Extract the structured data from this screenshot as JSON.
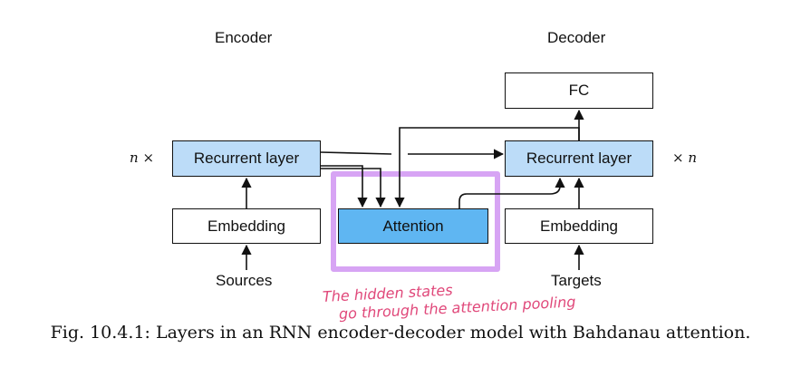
{
  "labels": {
    "encoder": "Encoder",
    "decoder": "Decoder",
    "sources": "Sources",
    "targets": "Targets"
  },
  "multipliers": {
    "left_n": "n",
    "left_x": "×",
    "right_x": "×",
    "right_n": "n"
  },
  "boxes": {
    "encoder_recurrent": "Recurrent layer",
    "encoder_embedding": "Embedding",
    "attention": "Attention",
    "decoder_fc": "FC",
    "decoder_recurrent": "Recurrent layer",
    "decoder_embedding": "Embedding"
  },
  "caption": "Fig. 10.4.1: Layers in an RNN encoder-decoder model with Bahdanau attention.",
  "annotation": {
    "line1": "The hidden states",
    "line2": "go through the attention pooling"
  },
  "colors": {
    "recurrent_fill": "#bcdcf8",
    "attention_fill": "#5fb6f2",
    "highlight": "#d7a4f4",
    "annotation_ink": "#e0487a"
  }
}
